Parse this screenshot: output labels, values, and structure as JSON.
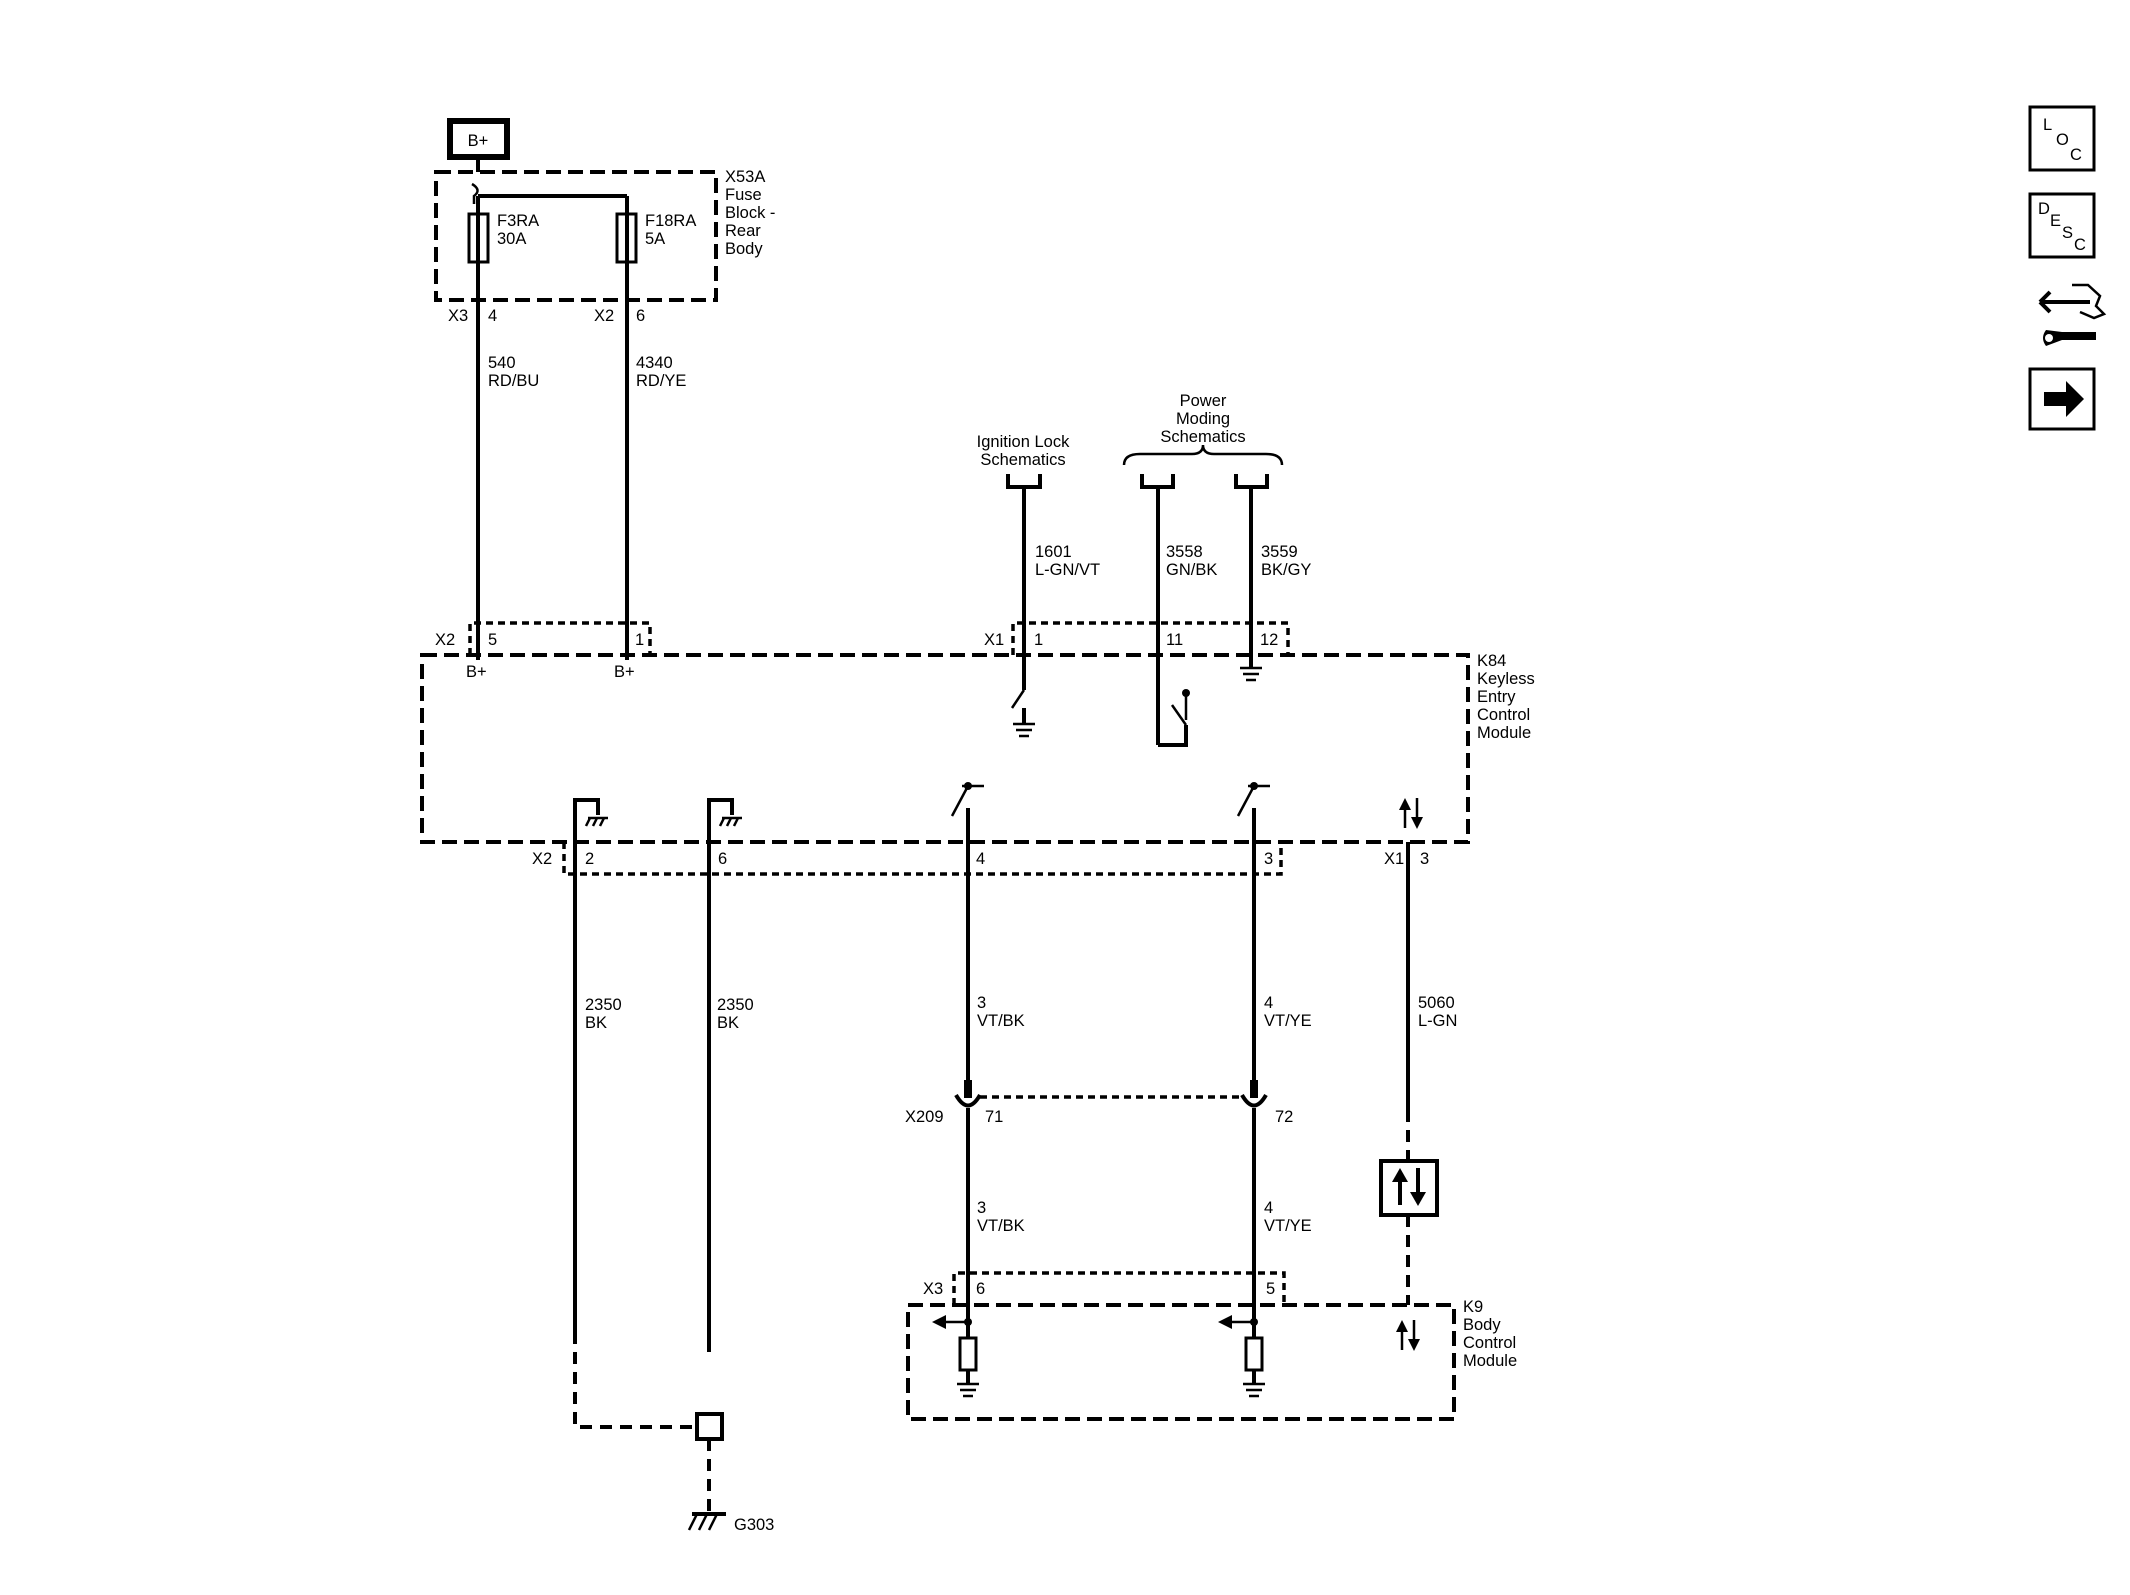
{
  "power": {
    "battery_label": "B+"
  },
  "fuse_block": {
    "name_lines": [
      "X53A",
      "Fuse",
      "Block -",
      "Rear",
      "Body"
    ],
    "fuse1": {
      "name": "F3RA",
      "rating": "30A"
    },
    "fuse2": {
      "name": "F18RA",
      "rating": "5A"
    },
    "conn1": {
      "connector": "X3",
      "pin": "4"
    },
    "conn2": {
      "connector": "X2",
      "pin": "6"
    }
  },
  "wires": {
    "w540": {
      "circuit": "540",
      "color": "RD/BU"
    },
    "w4340": {
      "circuit": "4340",
      "color": "RD/YE"
    },
    "w1601": {
      "circuit": "1601",
      "color": "L-GN/VT"
    },
    "w3558": {
      "circuit": "3558",
      "color": "GN/BK"
    },
    "w3559": {
      "circuit": "3559",
      "color": "BK/GY"
    },
    "w2350a": {
      "circuit": "2350",
      "color": "BK"
    },
    "w2350b": {
      "circuit": "2350",
      "color": "BK"
    },
    "w3_upper": {
      "circuit": "3",
      "color": "VT/BK"
    },
    "w4_upper": {
      "circuit": "4",
      "color": "VT/YE"
    },
    "w5060": {
      "circuit": "5060",
      "color": "L-GN"
    },
    "w3_lower": {
      "circuit": "3",
      "color": "VT/BK"
    },
    "w4_lower": {
      "circuit": "4",
      "color": "VT/YE"
    }
  },
  "references": {
    "ignition_lines": [
      "Ignition Lock",
      "Schematics"
    ],
    "power_moding_lines": [
      "Power",
      "Moding",
      "Schematics"
    ]
  },
  "k84": {
    "name_lines": [
      "K84",
      "Keyless",
      "Entry",
      "Control",
      "Module"
    ],
    "top_x2": {
      "connector": "X2",
      "pin_a": "5",
      "pin_b": "1",
      "label_a": "B+",
      "label_b": "B+"
    },
    "top_x1": {
      "connector": "X1",
      "pin_a": "1",
      "pin_b": "11",
      "pin_c": "12"
    },
    "bottom_x2": {
      "connector": "X2",
      "pin_a": "2",
      "pin_b": "6",
      "pin_c": "4",
      "pin_d": "3"
    },
    "bottom_x1": {
      "connector": "X1",
      "pin": "3"
    }
  },
  "inline_x209": {
    "name": "X209",
    "pin_a": "71",
    "pin_b": "72"
  },
  "k9": {
    "name_lines": [
      "K9",
      "Body",
      "Control",
      "Module"
    ],
    "x3": {
      "connector": "X3",
      "pin_a": "6",
      "pin_b": "5"
    }
  },
  "ground": {
    "name": "G303"
  },
  "side_icons": {
    "loc": {
      "icon": "loc-icon",
      "letters": [
        "L",
        "O",
        "C"
      ]
    },
    "desc": {
      "icon": "desc-icon",
      "letters": [
        "D",
        "E",
        "S",
        "C"
      ]
    },
    "tools": {
      "icon": "connector-wrench-icon"
    },
    "next": {
      "icon": "arrow-right-icon"
    }
  }
}
